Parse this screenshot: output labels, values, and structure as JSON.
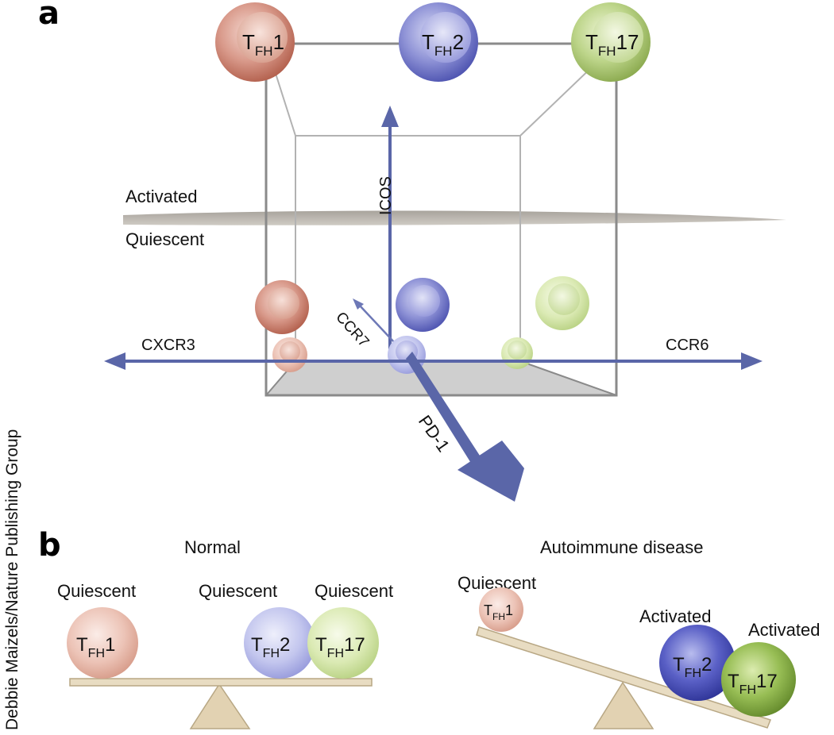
{
  "panel_a": {
    "letter": "a",
    "cells_top": [
      {
        "t": "T",
        "sub": "FH",
        "num": "1",
        "color": "#c87a6a"
      },
      {
        "t": "T",
        "sub": "FH",
        "num": "2",
        "color": "#6f72c4"
      },
      {
        "t": "T",
        "sub": "FH",
        "num": "17",
        "color": "#a9c66e"
      }
    ],
    "plane_labels": {
      "activated": "Activated",
      "quiescent": "Quiescent"
    },
    "axes": {
      "icos": "ICOS",
      "cxcr3": "CXCR3",
      "ccr6": "CCR6",
      "ccr7": "CCR7",
      "pd1": "PD-1"
    }
  },
  "panel_b": {
    "letter": "b",
    "normal": {
      "title": "Normal",
      "labels": [
        "Quiescent",
        "Quiescent",
        "Quiescent"
      ],
      "cells": [
        {
          "t": "T",
          "sub": "FH",
          "num": "1"
        },
        {
          "t": "T",
          "sub": "FH",
          "num": "2"
        },
        {
          "t": "T",
          "sub": "FH",
          "num": "17"
        }
      ]
    },
    "autoimmune": {
      "title": "Autoimmune disease",
      "labels": [
        "Quiescent",
        "Activated",
        "Activated"
      ],
      "cells": [
        {
          "t": "T",
          "sub": "FH",
          "num": "1"
        },
        {
          "t": "T",
          "sub": "FH",
          "num": "2"
        },
        {
          "t": "T",
          "sub": "FH",
          "num": "17"
        }
      ]
    }
  },
  "credit": "Debbie Maizels/Nature Publishing Group",
  "colors": {
    "axis": "#5a66a8",
    "box": "#8a8a8a",
    "plane": "#bdb8b0",
    "seesaw": "#e2d2b2"
  }
}
